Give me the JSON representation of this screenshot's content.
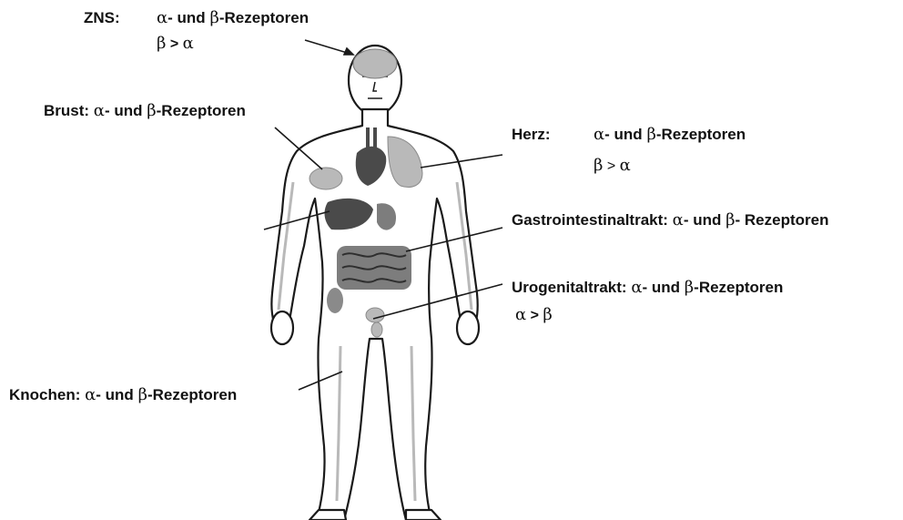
{
  "diagram": {
    "zns": {
      "name": "ZNS:",
      "rest": "- und",
      "suffix": "-Rezeptoren",
      "a": "α",
      "b": "β",
      "ratio_left": "β",
      "ratio_op": ">",
      "ratio_right": "α"
    },
    "brust": {
      "name": "Brust:",
      "rest": "- und",
      "suffix": "-Rezeptoren",
      "a": "α",
      "b": "β"
    },
    "herz": {
      "name": "Herz:",
      "rest": "- und",
      "suffix": "-Rezeptoren",
      "a": "α",
      "b": "β",
      "ratio_left": "β",
      "ratio_op": ">",
      "ratio_right": "α"
    },
    "gastro": {
      "name": "Gastrointestinaltrakt:",
      "rest": "- und",
      "suffix": "- Rezeptoren",
      "a": "α",
      "b": "β"
    },
    "uro": {
      "name": "Urogenitaltrakt:",
      "rest": "- und",
      "suffix": "-Rezeptoren",
      "a": "α",
      "b": "β",
      "ratio_left": "α",
      "ratio_op": ">",
      "ratio_right": "β"
    },
    "knochen": {
      "name": "Knochen:",
      "rest": "- und",
      "suffix": "-Rezeptoren",
      "a": "α",
      "b": "β"
    }
  },
  "colors": {
    "outline": "#1a1a1a",
    "organ_dark": "#4a4a4a",
    "organ_mid": "#7d7d7d",
    "organ_light": "#b9b9b9",
    "skin": "#ffffff"
  }
}
